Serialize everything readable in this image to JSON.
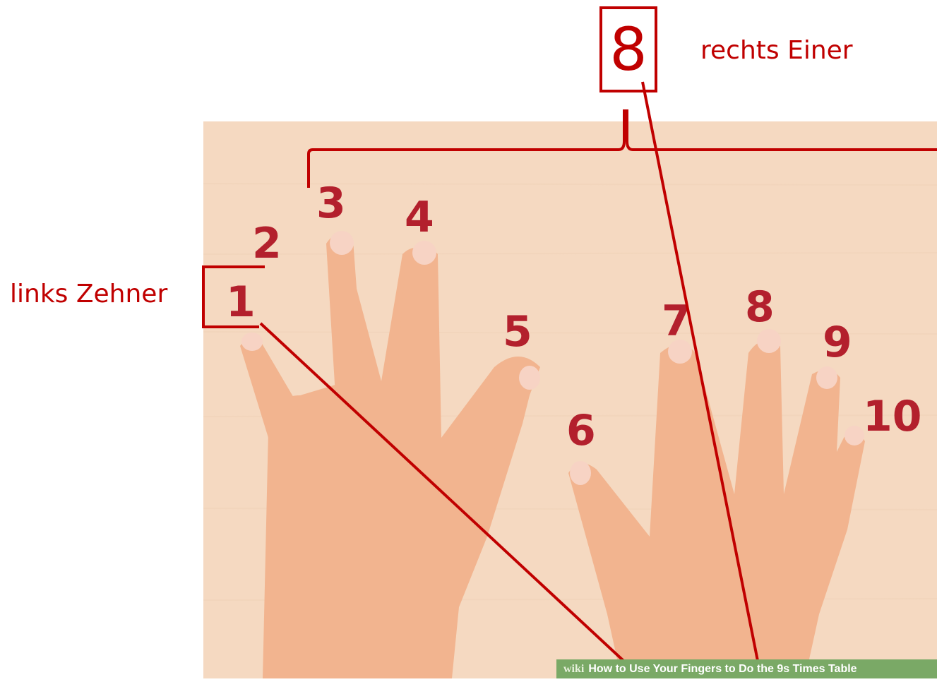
{
  "labels": {
    "left": "links Zehner",
    "right": "rechts Einer",
    "result_digit": "8"
  },
  "finger_numbers": [
    "1",
    "2",
    "3",
    "4",
    "5",
    "6",
    "7",
    "8",
    "9",
    "10"
  ],
  "caption": {
    "brand": "wiki",
    "text": "How to Use Your Fingers to Do the 9s Times Table"
  },
  "colors": {
    "annotation": "#c00000",
    "finger_number": "#b3202d",
    "background": "#f5d9c1",
    "skin": "#f2b48f",
    "nail": "#f7d3c4",
    "caption_bar": "#7aa966"
  }
}
